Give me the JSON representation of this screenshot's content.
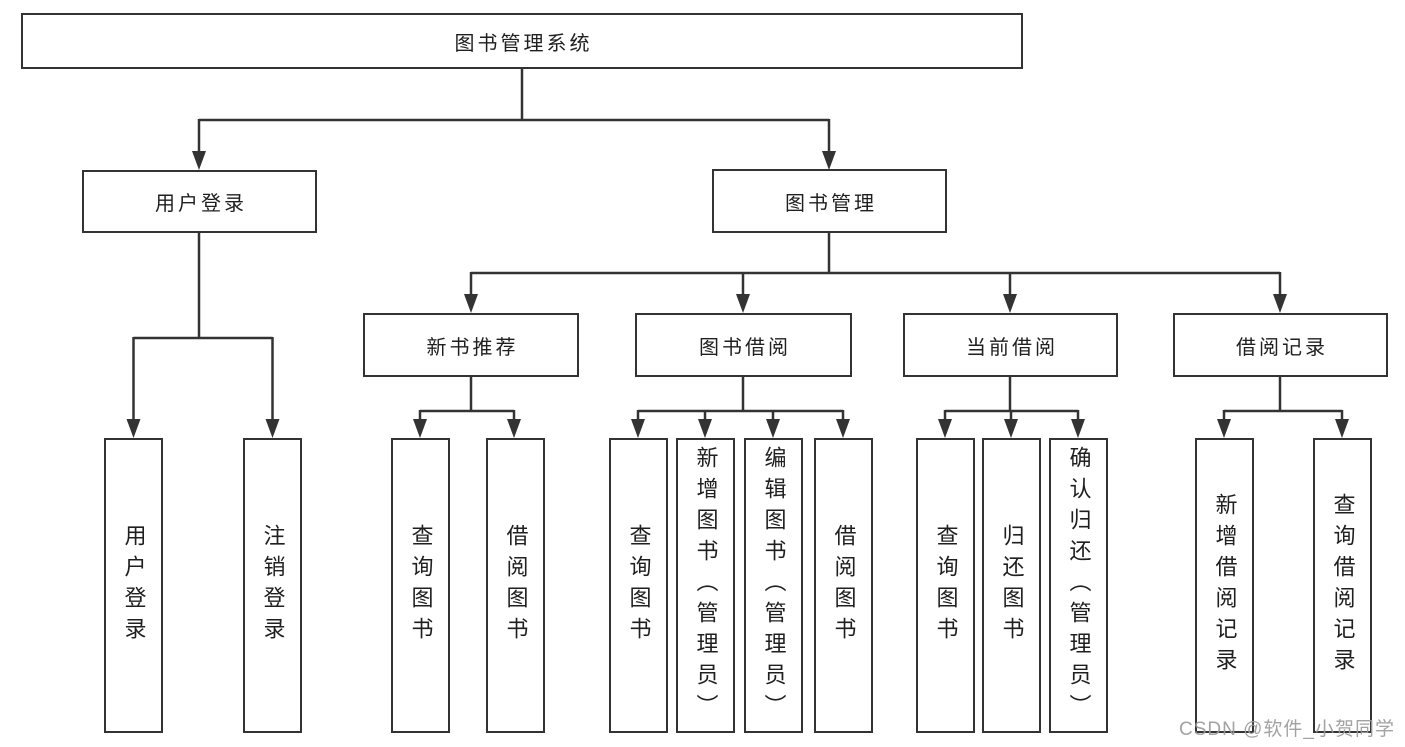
{
  "colors": {
    "line": "#333333",
    "box_border": "#333333",
    "box_fill": "#ffffff",
    "text": "#1f1f1f",
    "watermark": "#9a9a9a",
    "background": "#ffffff"
  },
  "watermark": "CSDN @软件_小贺同学",
  "tree": {
    "root": {
      "label": "图书管理系统"
    },
    "branches": [
      {
        "label": "用户登录",
        "children": [
          {
            "label": "用户登录"
          },
          {
            "label": "注销登录"
          }
        ]
      },
      {
        "label": "图书管理",
        "children": [
          {
            "label": "新书推荐",
            "children": [
              {
                "label": "查询图书"
              },
              {
                "label": "借阅图书"
              }
            ]
          },
          {
            "label": "图书借阅",
            "children": [
              {
                "label": "查询图书"
              },
              {
                "label": "新增图书（管理员）"
              },
              {
                "label": "编辑图书（管理员）"
              },
              {
                "label": "借阅图书"
              }
            ]
          },
          {
            "label": "当前借阅",
            "children": [
              {
                "label": "查询图书"
              },
              {
                "label": "归还图书"
              },
              {
                "label": "确认归还（管理员）"
              }
            ]
          },
          {
            "label": "借阅记录",
            "children": [
              {
                "label": "新增借阅记录"
              },
              {
                "label": "查询借阅记录"
              }
            ]
          }
        ]
      }
    ]
  }
}
